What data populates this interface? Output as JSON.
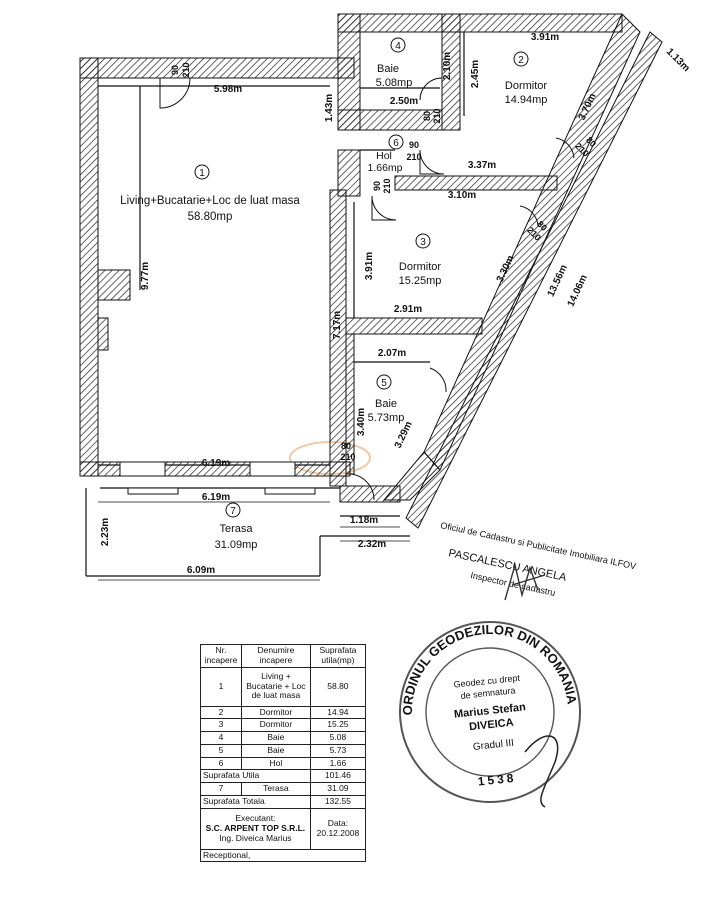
{
  "rooms": [
    {
      "num": "1",
      "name": "Living+Bucatarie+Loc de luat masa",
      "area": "58.80mp"
    },
    {
      "num": "2",
      "name": "Dormitor",
      "area": "14.94mp"
    },
    {
      "num": "3",
      "name": "Dormitor",
      "area": "15.25mp"
    },
    {
      "num": "4",
      "name": "Baie",
      "area": "5.08mp"
    },
    {
      "num": "5",
      "name": "Baie",
      "area": "5.73mp"
    },
    {
      "num": "6",
      "name": "Hol",
      "area": "1.66mp"
    },
    {
      "num": "7",
      "name": "Terasa",
      "area": "31.09mp"
    }
  ],
  "dimensions": {
    "d_598": "5.98m",
    "d_977": "9.77m",
    "d_143": "1.43m",
    "d_250": "2.50m",
    "d_210": "2.10m",
    "d_391_top": "3.91m",
    "d_245": "2.45m",
    "d_370": "3.70m",
    "d_113": "1.13m",
    "d_337": "3.37m",
    "d_310": "3.10m",
    "d_391_mid": "3.91m",
    "d_330": "3.30m",
    "d_291": "2.91m",
    "d_717": "7.17m",
    "d_1356": "13.56m",
    "d_1406": "14.06m",
    "d_207": "2.07m",
    "d_340": "3.40m",
    "d_329": "3.29m",
    "d_619_a": "6.19m",
    "d_619_b": "6.19m",
    "d_118": "1.18m",
    "d_223": "2.23m",
    "d_232": "2.32m",
    "d_609": "6.09m"
  },
  "doors": {
    "d1_w": "90",
    "d1_h": "210",
    "d2_w": "80",
    "d2_h": "210",
    "d3_w": "90",
    "d3_h": "210",
    "d4_w": "90",
    "d4_h": "210",
    "d5_w": "80",
    "d5_h": "210",
    "d6_w": "80",
    "d6_h": "210",
    "d7_w": "80",
    "d7_h": "210"
  },
  "table": {
    "headers": [
      "Nr. incapere",
      "Denumire incapere",
      "Suprafata utila(mp)"
    ],
    "rows": [
      {
        "nr": "1",
        "name": "Living + Bucatarie + Loc de luat masa",
        "area": "58.80"
      },
      {
        "nr": "2",
        "name": "Dormitor",
        "area": "14.94"
      },
      {
        "nr": "3",
        "name": "Dormitor",
        "area": "15.25"
      },
      {
        "nr": "4",
        "name": "Baie",
        "area": "5.08"
      },
      {
        "nr": "5",
        "name": "Baie",
        "area": "5.73"
      },
      {
        "nr": "6",
        "name": "Hol",
        "area": "1.66"
      }
    ],
    "util_label": "Suprafata Utila",
    "util_value": "101.46",
    "terasa": {
      "nr": "7",
      "name": "Terasa",
      "area": "31.09"
    },
    "total_label": "Suprafata Totala",
    "total_value": "132.55",
    "executant_label": "Executant:",
    "company": "S.C. ARPENT TOP S.R.L.",
    "engineer": "Ing. Diveica Marius",
    "date_label": "Data:",
    "date_value": "20.12.2008",
    "receptional": "Receptional,"
  },
  "stamp": {
    "ring_text": "ORDINUL GEODEZILOR DIN ROMANIA",
    "line1": "Geodez cu drept",
    "line2": "de semnatura",
    "line3": "Marius Stefan",
    "line4": "DIVEICA",
    "grade": "Gradul III",
    "number": "1538",
    "faded1": "Oficiul de Cadastru si Publicitate Imobiliara ILFOV",
    "faded2": "PASCALESCU ANGELA",
    "faded3": "Inspector de cadastru"
  },
  "colors": {
    "line": "#111111",
    "hatch": "#222222",
    "stamp": "#555555",
    "watermark": "#f2c9a6"
  }
}
